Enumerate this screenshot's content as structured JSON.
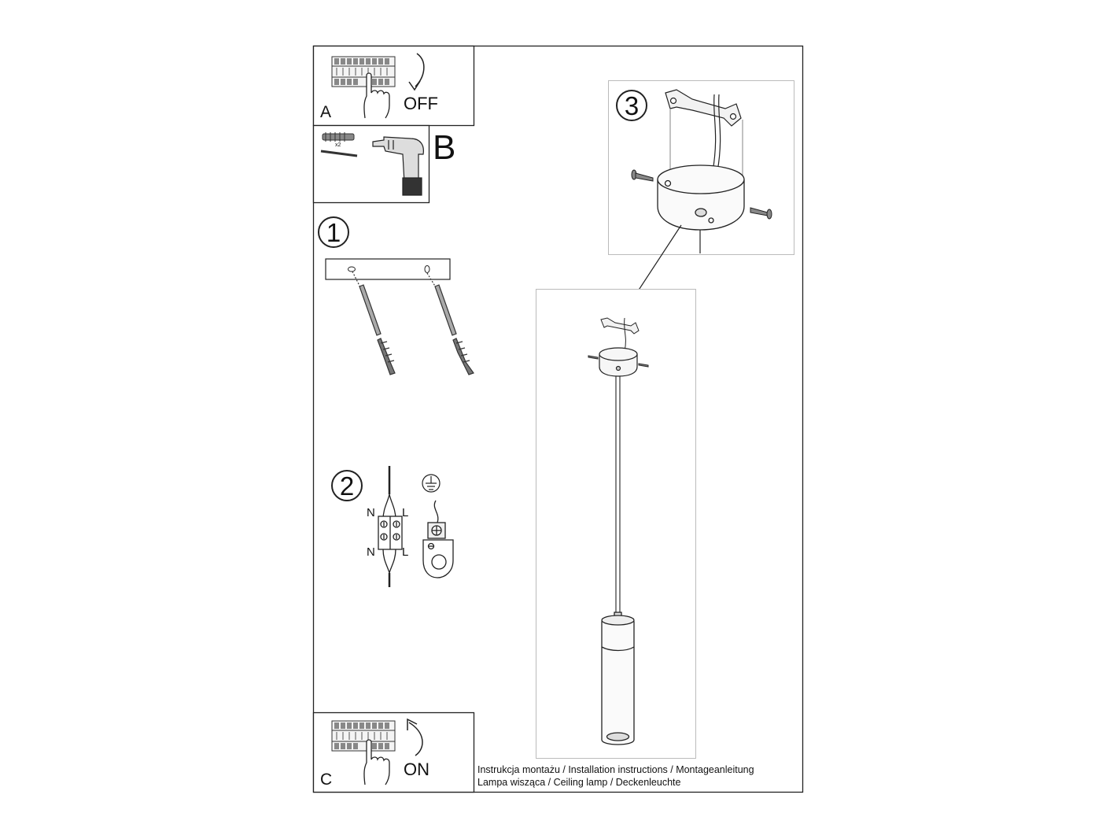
{
  "panels": {
    "a": {
      "letter": "A",
      "word": "OFF"
    },
    "b": {
      "letter": "B",
      "dowel_count": "x2"
    },
    "c": {
      "letter": "C",
      "word": "ON"
    }
  },
  "steps": {
    "s1": "1",
    "s2": "2",
    "s3": "3"
  },
  "wiring": {
    "n_top": "N",
    "l_top": "L",
    "n_bottom": "N",
    "l_bottom": "L"
  },
  "footer": {
    "line1": "Instrukcja montażu / Installation instructions / Montageanleitung",
    "line2": "Lampa wisząca / Ceiling lamp / Deckenleuchte"
  }
}
